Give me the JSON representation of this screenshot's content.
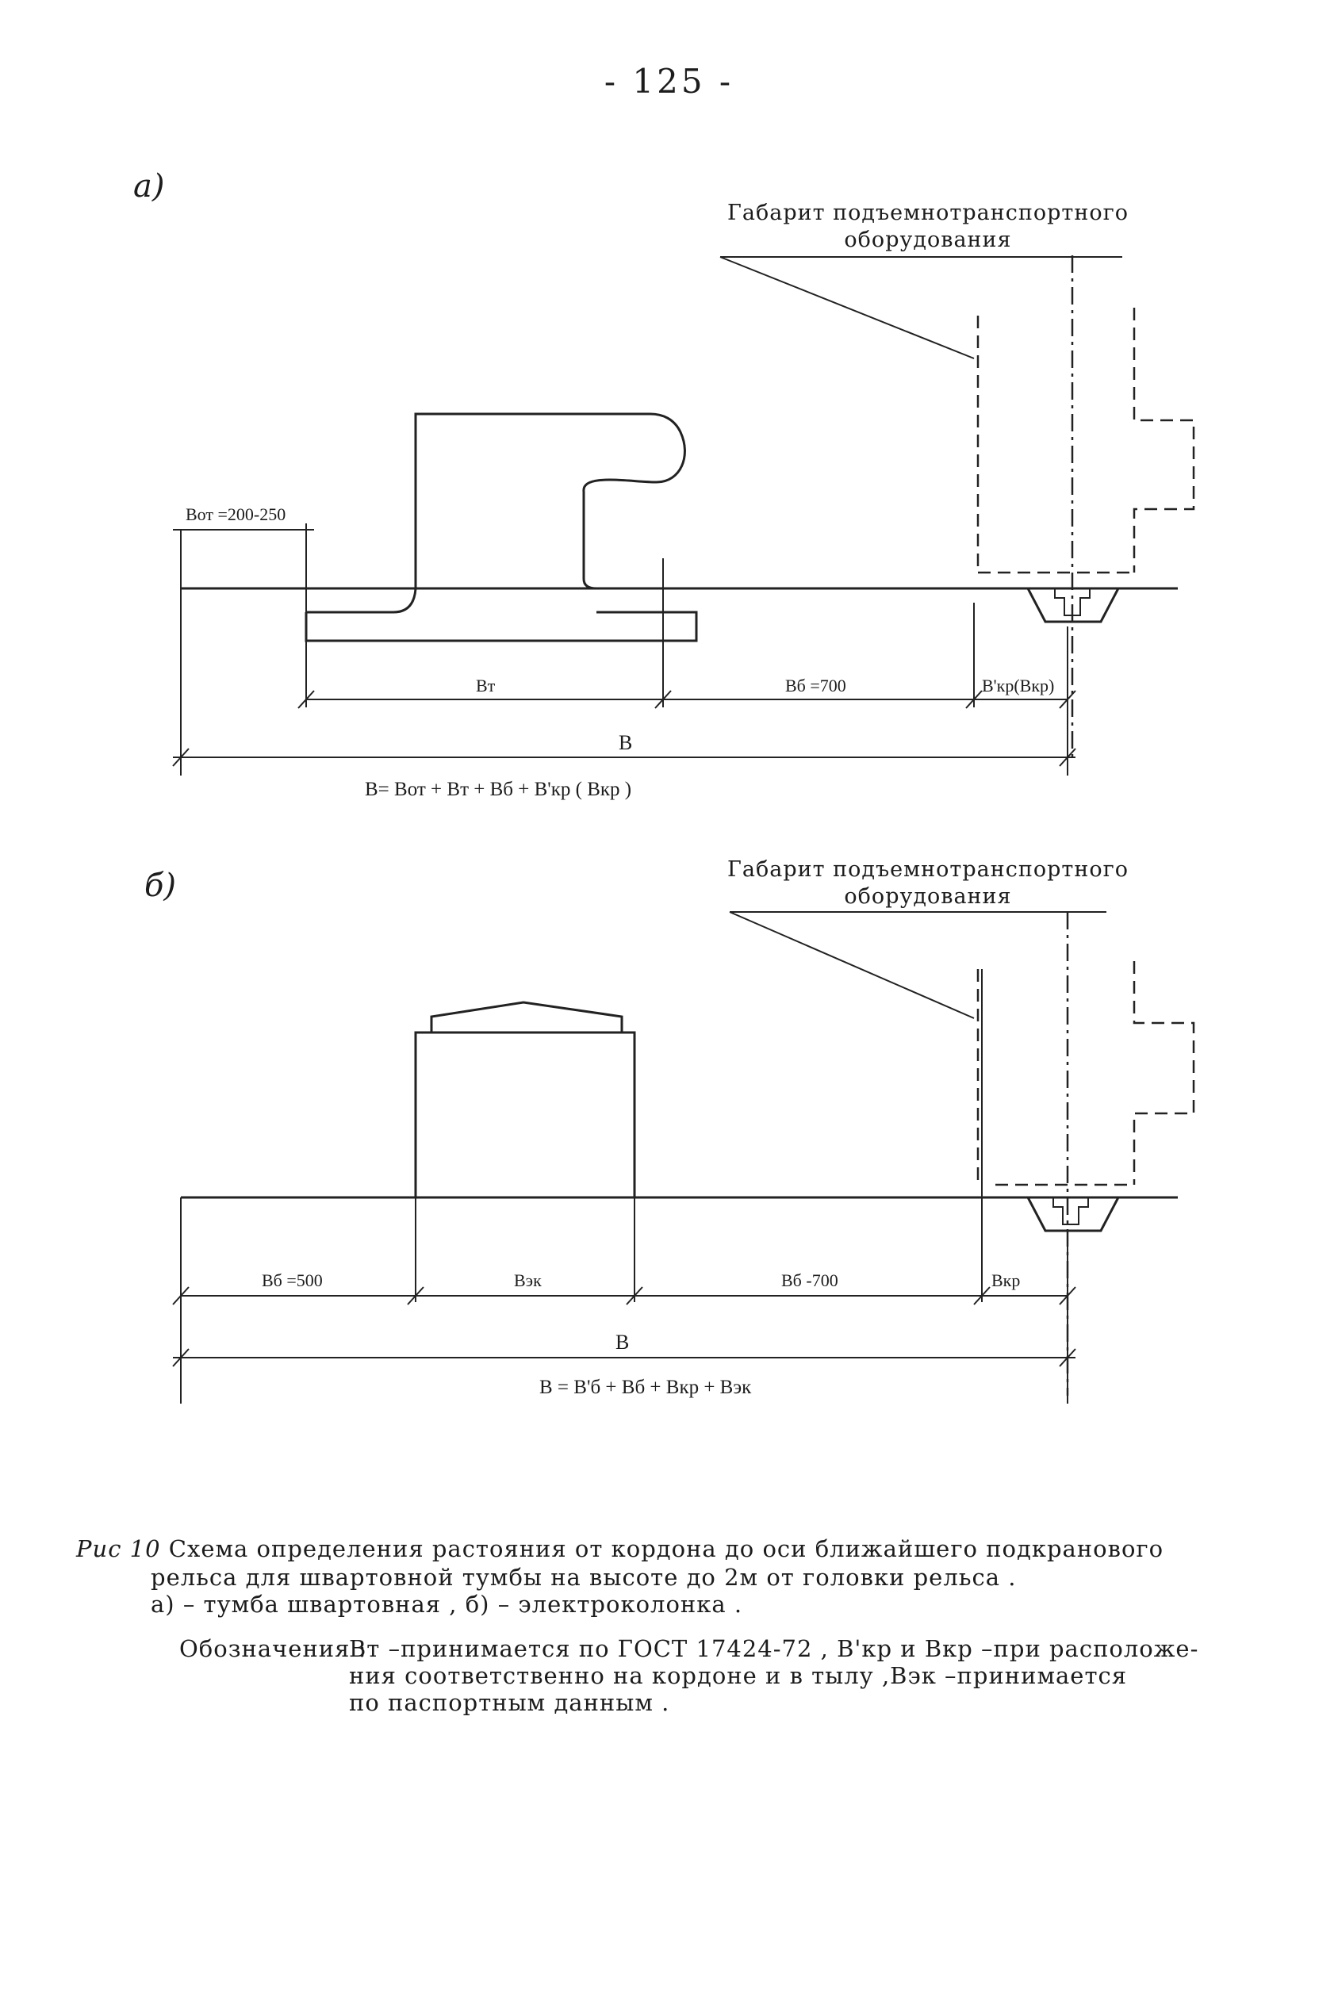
{
  "page_number": "- 125 -",
  "figure_a": {
    "label": "a)",
    "gabarit_line1": "Габарит подъемнотранспортного",
    "gabarit_line2": "оборудования",
    "dim_bot": "Вот =200-250",
    "dim_bt": "Вт",
    "dim_bb": "Вб =700",
    "dim_bkr": "В'кр(Вкр)",
    "dim_total": "В",
    "formula": "В= Вот + Вт + Вб + В'кр ( Вкр )"
  },
  "figure_b": {
    "label": "б)",
    "gabarit_line1": "Габарит подъемнотранспортного",
    "gabarit_line2": "оборудования",
    "dim_bb1": "Вб =500",
    "dim_bek": "Вэк",
    "dim_bb2": "Вб -700",
    "dim_bkr": "Вкр",
    "dim_total": "В",
    "formula": "В = В'б + Вб + Вкр + Вэк"
  },
  "caption": {
    "prefix": "Рис 10",
    "line1": "Схема определения растояния от кордона до оси ближайшего подкранового",
    "line2": "рельса для швартовной тумбы на высоте до 2м от головки рельса .",
    "line3": "а) – тумба швартовная , б) – электроколонка .",
    "notes_label": "Обозначения :",
    "notes_line1": "Вт –принимается по ГОСТ 17424-72 , В'кр и Вкр –при расположе-",
    "notes_line2": "ния соответственно на кордоне и в тылу ,Вэк –принимается",
    "notes_line3": "по паспортным данным ."
  }
}
